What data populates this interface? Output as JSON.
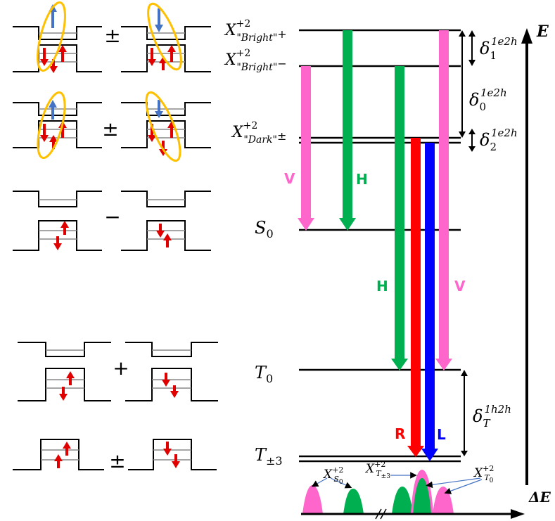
{
  "operators": {
    "row1": "±",
    "row2": "±",
    "row3": "−",
    "row4": "+",
    "row5": "±"
  },
  "levels": {
    "bright_plus": {
      "base": "X",
      "sup": "+2",
      "sub": "\"Bright\"",
      "suffix": "+"
    },
    "bright_minus": {
      "base": "X",
      "sup": "+2",
      "sub": "\"Bright\"",
      "suffix": "−"
    },
    "dark": {
      "base": "X",
      "sup": "+2",
      "sub": "\"Dark\"",
      "suffix": "±"
    },
    "s0": {
      "base": "S",
      "sub": "0"
    },
    "t0": {
      "base": "T",
      "sub": "0"
    },
    "t_pm3": {
      "base": "T",
      "sub": "±3"
    }
  },
  "splittings": {
    "d1": {
      "base": "δ",
      "sub": "1",
      "sup": "1e2h"
    },
    "d0": {
      "base": "δ",
      "sub": "0",
      "sup": "1e2h"
    },
    "d2": {
      "base": "δ",
      "sub": "2",
      "sup": "1e2h"
    },
    "dT": {
      "base": "δ",
      "sub": "T",
      "sup": "1h2h"
    }
  },
  "transitions": {
    "v_left": "V",
    "h_left": "H",
    "h_right": "H",
    "r": "R",
    "l": "L",
    "v_right": "V"
  },
  "axes": {
    "energy": "E",
    "delta_energy": "ΔE"
  },
  "peaks": {
    "xs0": {
      "base": "X",
      "sup": "+2",
      "sub": "S",
      "subsub": "0"
    },
    "xt3": {
      "base": "X",
      "sup": "+2",
      "sub": "T",
      "subsub": "±3"
    },
    "xt0": {
      "base": "X",
      "sup": "+2",
      "sub": "T",
      "subsub": "0"
    }
  },
  "colors": {
    "pink": "#ff66cc",
    "green": "#00b050",
    "red": "#ff0000",
    "blue": "#0000ff",
    "orange": "#ffc000",
    "spin_blue": "#4472c4",
    "spin_red": "#e00000"
  }
}
